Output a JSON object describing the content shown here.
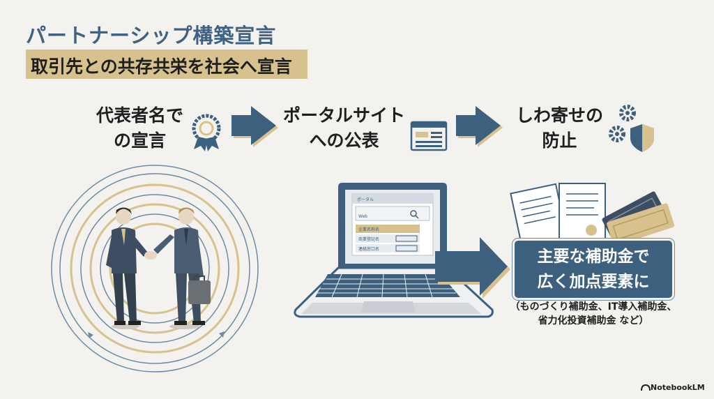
{
  "title": "パートナーシップ構築宣言",
  "subtitle": "取引先との共存共栄を社会へ宣言",
  "steps": [
    {
      "line1": "代表者名で",
      "line2": "の宣言",
      "icon": "award-ribbon-icon"
    },
    {
      "line1": "ポータルサイト",
      "line2": "への公表",
      "icon": "browser-window-icon"
    },
    {
      "line1": "しわ寄せの",
      "line2": "防止",
      "icon": "gears-shield-icon"
    }
  ],
  "portal_screen": {
    "header": "ポータル",
    "tag": "Web",
    "rows": [
      "企業名称名",
      "商業登記名",
      "連絡窓口名"
    ]
  },
  "callout": {
    "line1": "主要な補助金で",
    "line2": "広く加点要素に"
  },
  "note": {
    "line1": "（ものづくり補助金、IT導入補助金、",
    "line2": "省力化投資補助金 など）"
  },
  "brand": "NotebookLM",
  "colors": {
    "navy": "#3d607f",
    "gold": "#d7c18d",
    "background": "#f4f2ee"
  }
}
